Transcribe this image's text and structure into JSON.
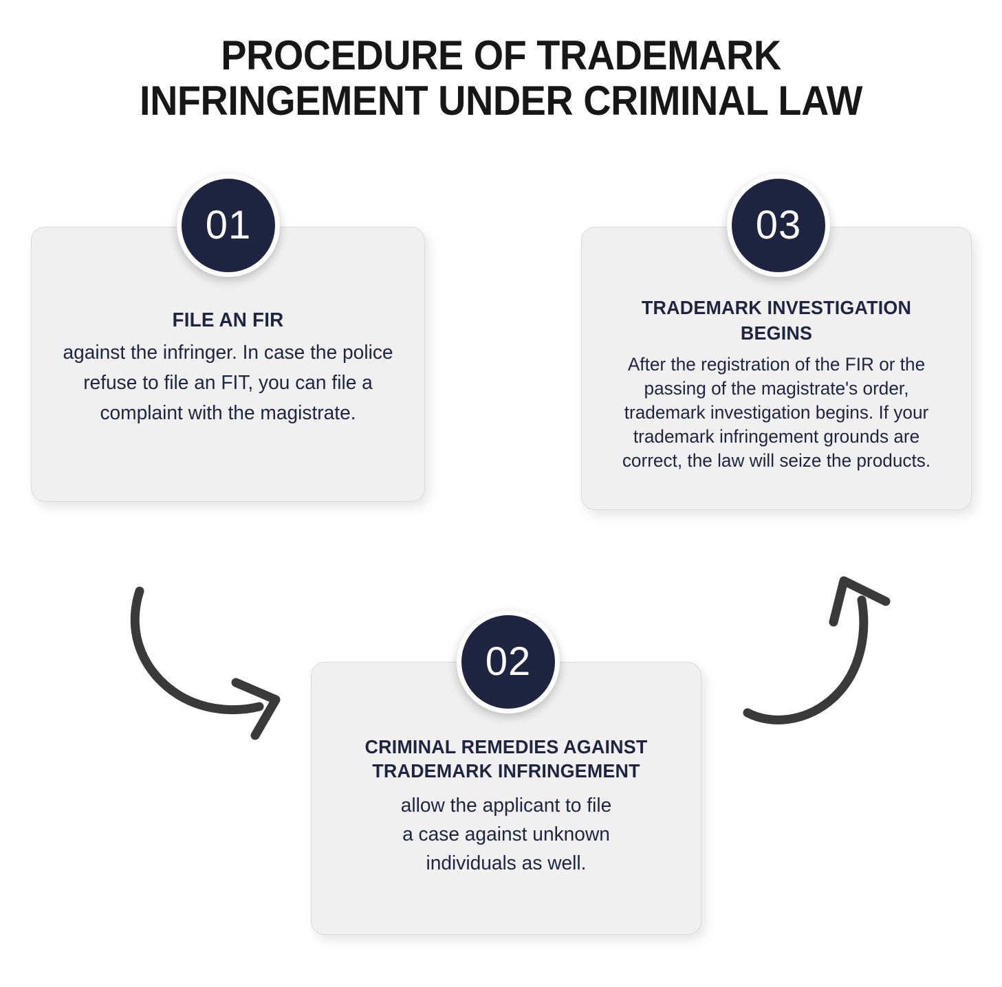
{
  "page": {
    "background_color": "#ffffff",
    "accent_color": "#1f2540",
    "card_background": "#f0f0f0",
    "arrow_color": "#3a3a3a",
    "title_color": "#171717"
  },
  "title": {
    "line1": "PROCEDURE OF TRADEMARK",
    "line2": "INFRINGEMENT UNDER CRIMINAL LAW"
  },
  "steps": [
    {
      "number": "01",
      "heading": "FILE AN FIR",
      "body": "against  the infringer. In case the police refuse to file an FIT, you can file a complaint with the magistrate."
    },
    {
      "number": "02",
      "heading": "CRIMINAL REMEDIES AGAINST TRADEMARK INFRINGEMENT",
      "body": "allow the applicant to file\na case against unknown\nindividuals as well."
    },
    {
      "number": "03",
      "heading": "TRADEMARK INVESTIGATION BEGINS",
      "body": "After the registration of the FIR or the passing of the magistrate's order, trademark investigation begins. If your trademark infringement grounds are correct, the law will seize the products."
    }
  ],
  "connectors": [
    {
      "name": "arrow-step1-to-step2",
      "direction": "curve-down-right"
    },
    {
      "name": "arrow-step2-to-step3",
      "direction": "curve-up-right"
    }
  ]
}
